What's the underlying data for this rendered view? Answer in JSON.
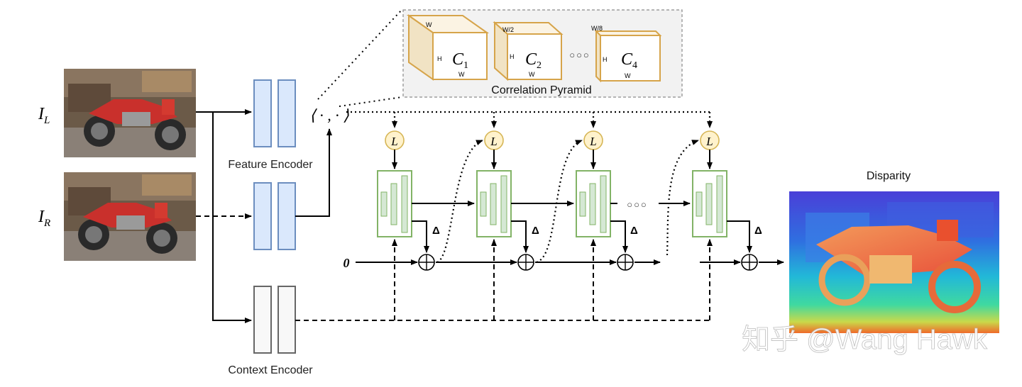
{
  "inputs": {
    "left": {
      "symbol": "I",
      "sub": "L"
    },
    "right": {
      "symbol": "I",
      "sub": "R"
    }
  },
  "encoders": {
    "feature_label": "Feature Encoder",
    "context_label": "Context Encoder"
  },
  "pyramid": {
    "title": "Correlation Pyramid",
    "volumes": [
      {
        "symbol": "C",
        "sub": "1",
        "top": "W",
        "side": "H",
        "bottom": "W"
      },
      {
        "symbol": "C",
        "sub": "2",
        "top": "W/2",
        "side": "H",
        "bottom": "W"
      },
      {
        "symbol": "C",
        "sub": "4",
        "top": "W/8",
        "side": "H",
        "bottom": "W"
      }
    ],
    "ellipsis": "○○○"
  },
  "correlation": {
    "operator": "⟨ · , · ⟩"
  },
  "update": {
    "lookup_symbol": "L",
    "delta_symbol": "Δ",
    "plus_symbol": "⊕",
    "zero_init": "0",
    "ellipsis": "○○○"
  },
  "output": {
    "title": "Disparity"
  },
  "watermark": "知乎 @Wang Hawk",
  "colors": {
    "encoder_fill": "#dae8fc",
    "encoder_stroke": "#6c8ebf",
    "context_fill": "#f8f8f8",
    "context_stroke": "#666666",
    "gru_fill": "#ffffff",
    "gru_stroke": "#82b366",
    "gru_inner": "#d5e8d4",
    "lookup_fill": "#fff2cc",
    "lookup_stroke": "#d6b656",
    "volume_front": "#ffffff",
    "volume_stroke": "#d6a44a",
    "pyramid_bg": "#f2f2f2"
  }
}
